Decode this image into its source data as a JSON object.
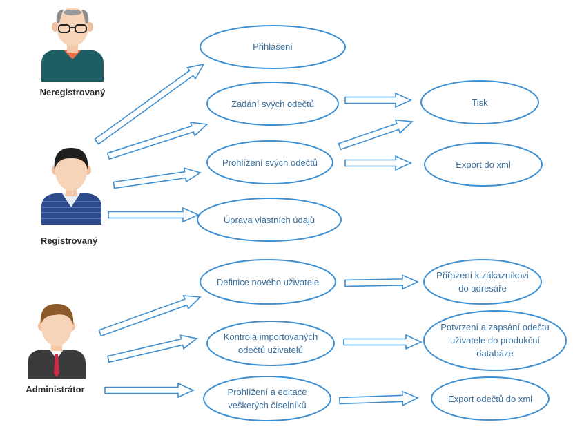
{
  "actors": [
    {
      "id": "neregistrovany",
      "label": "Neregistrovaný"
    },
    {
      "id": "registrovany",
      "label": "Registrovaný"
    },
    {
      "id": "administrator",
      "label": "Administrátor"
    }
  ],
  "use_cases": {
    "prihlaseni": [
      "Přihlášení"
    ],
    "zadani": [
      "Zadání svých odečtů"
    ],
    "prohlizeni": [
      "Prohlížení svých odečtů"
    ],
    "uprava": [
      "Úprava vlastních údajů"
    ],
    "tisk": [
      "Tisk"
    ],
    "export_xml": [
      "Export do xml"
    ],
    "definice": [
      "Definice nového uživatele"
    ],
    "kontrola": [
      "Kontrola importovaných",
      "odečtů uživatelů"
    ],
    "editace": [
      "Prohlížení a editace",
      "veškerých číselníků"
    ],
    "prirazeni": [
      "Přiřazení k zákazníkovi",
      "do adresáře"
    ],
    "potvrzeni": [
      "Potvrzení a zapsání odečtu",
      "uživatele do produkční",
      "databáze"
    ],
    "export_odectu": [
      "Export odečtů do xml"
    ]
  },
  "relations": [
    {
      "from": "registrovany",
      "to": "prihlaseni"
    },
    {
      "from": "registrovany",
      "to": "zadani"
    },
    {
      "from": "registrovany",
      "to": "prohlizeni"
    },
    {
      "from": "registrovany",
      "to": "uprava"
    },
    {
      "from": "zadani",
      "to": "tisk"
    },
    {
      "from": "prohlizeni",
      "to": "tisk"
    },
    {
      "from": "prohlizeni",
      "to": "export_xml"
    },
    {
      "from": "administrator",
      "to": "definice"
    },
    {
      "from": "administrator",
      "to": "kontrola"
    },
    {
      "from": "administrator",
      "to": "editace"
    },
    {
      "from": "definice",
      "to": "prirazeni"
    },
    {
      "from": "kontrola",
      "to": "potvrzeni"
    },
    {
      "from": "editace",
      "to": "export_odectu"
    }
  ],
  "colors": {
    "ellipse_stroke": "#3d8fd1",
    "ellipse_text": "#3a6f9e",
    "arrow_stroke": "#3d8fd1",
    "actor_label": "#2b2b2b"
  }
}
